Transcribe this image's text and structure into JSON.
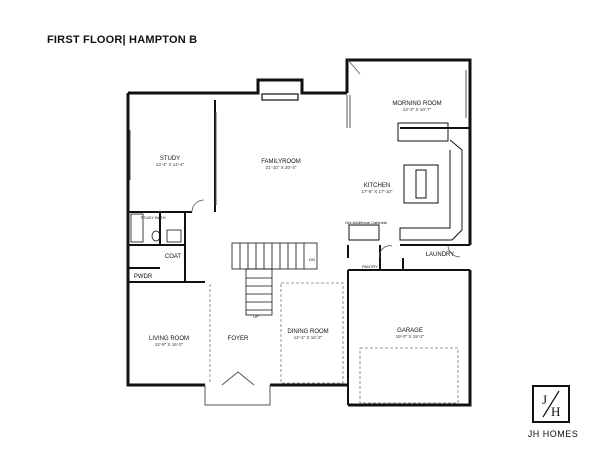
{
  "header": {
    "title": "FIRST FLOOR| HAMPTON B"
  },
  "rooms": {
    "morning_room": {
      "name": "MORNING ROOM",
      "dims": "13'-3\" X 10'-7\""
    },
    "study": {
      "name": "STUDY",
      "dims": "13'-4\" X 14'-4\""
    },
    "family_room": {
      "name": "FAMILYROOM",
      "dims": "21'-10\" X 20'-4\""
    },
    "kitchen": {
      "name": "KITCHEN",
      "dims": "17'-6\" X 17'-10\""
    },
    "study_bath": {
      "name": "STUDY BATH"
    },
    "coat": {
      "name": "COAT"
    },
    "pwdr": {
      "name": "PWDR"
    },
    "pantry": {
      "name": "PANTRY"
    },
    "laundry": {
      "name": "LAUNDRY"
    },
    "living_room": {
      "name": "LIVING ROOM",
      "dims": "12'-9\" X 16'-0\""
    },
    "foyer": {
      "name": "FOYER"
    },
    "dining_room": {
      "name": "DINING ROOM",
      "dims": "12'-4\" X 16'-2\""
    },
    "garage": {
      "name": "GARAGE",
      "dims": "19'-0\" X 19'-2\""
    }
  },
  "annotations": {
    "opt_cabinets": "Opt Additional Cabinets",
    "up": "UP",
    "dn": "DN"
  },
  "logo": {
    "mark": "J/H",
    "name": "JH HOMES"
  },
  "colors": {
    "wall": "#111111",
    "line": "#555555",
    "background": "#ffffff"
  }
}
